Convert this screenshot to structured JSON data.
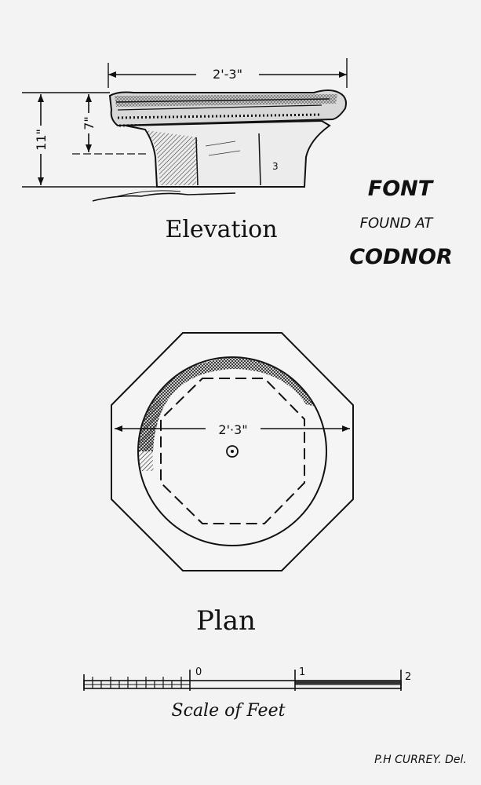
{
  "elevation": {
    "width_dim": "2'-3\"",
    "height_total": "11\"",
    "height_bowl": "7\"",
    "caption": "Elevation",
    "mark": "3"
  },
  "title": {
    "line1": "FONT",
    "line2": "FOUND AT",
    "line3": "CODNOR"
  },
  "plan": {
    "diameter": "2'·3\"",
    "caption": "Plan"
  },
  "scale": {
    "tick0": "0",
    "tick1": "1",
    "tick2": "2",
    "caption": "Scale of Feet"
  },
  "signature": "P.H CURREY. Del."
}
